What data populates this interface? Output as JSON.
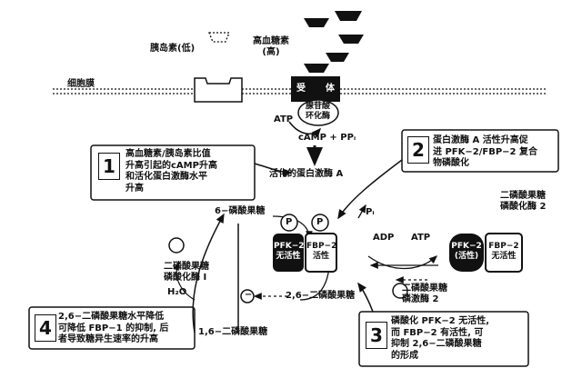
{
  "labels": {
    "cell_membrane": "细胞膜",
    "insulin": "胰岛素(低)",
    "glucagon": "高血糖素\n(高)",
    "receptor_a": "受",
    "receptor_b": "体",
    "adenylate_cyclase": "腺苷酸\n环化酶",
    "atp": "ATP",
    "camp": "cAMP + PPᵢ",
    "pka": "活化的蛋白激酶 A",
    "f6p": "6−磷酸果糖",
    "pi": "Pᵢ",
    "f26bp": "2,6−二磷酸果糖",
    "f16bp": "1,6−二磷酸果糖",
    "h2o": "H₂O",
    "fbpase1": "二磷酸果糖\n磷酸化酶 I",
    "adp": "ADP",
    "atp2": "ATP",
    "kinase2": "二磷酸果糖\n磷激酶 2",
    "phosphatase2": "二磷酸果糖\n磷酸化酶 2",
    "pfk2_inactive": "PFK−2\n无活性",
    "fbp2_active": "FBP−2\n活性",
    "pfk2_active": "PFK−2\n(活性)",
    "fbp2_inactive": "FBP−2\n无活性",
    "p_symbol": "P",
    "minus_symbol": "−"
  },
  "steps": [
    {
      "num": "1",
      "text": "高血糖素/胰岛素比值\n升高引起的cAMP升高\n和活化蛋白激酶水平\n升高"
    },
    {
      "num": "2",
      "text": "蛋白激酶 A 活性升高促\n进 PFK−2/FBP−2 复合\n物磷酸化"
    },
    {
      "num": "3",
      "text": "磷酸化 PFK−2 无活性,\n而 FBP−2 有活性, 可\n抑制 2,6−二磷酸果糖\n的形成"
    },
    {
      "num": "4",
      "text": "2,6−二磷酸果糖水平降低\n可降低 FBP−1 的抑制, 后\n者导致糖异生速率的升高"
    }
  ]
}
